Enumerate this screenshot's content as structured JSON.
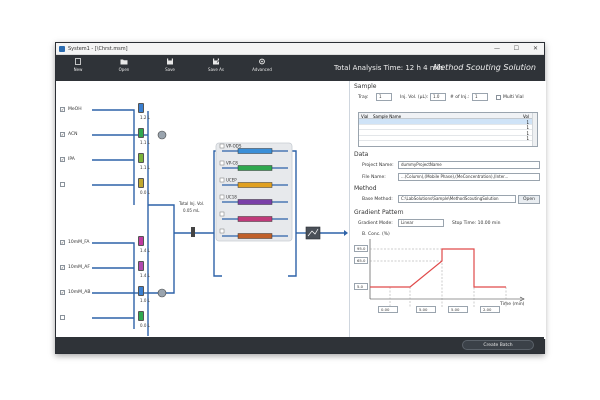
{
  "window": {
    "title": "System1 - [\\Chrst.msm]"
  },
  "toolbar": {
    "buttons": [
      "New",
      "Open",
      "Save",
      "Save As",
      "Advanced"
    ],
    "time_text": "Total Analysis Time: 12 h 4 min",
    "brand": "Method Scouting Solution"
  },
  "solvents": {
    "a": [
      {
        "label": "MeOH",
        "checked": true,
        "volume": "1.2 L"
      },
      {
        "label": "ACN",
        "checked": true,
        "volume": "1.1 L"
      },
      {
        "label": "IPA",
        "checked": true,
        "volume": "1.1 L"
      },
      {
        "label": "",
        "checked": false,
        "volume": "0.0 L"
      }
    ],
    "b": [
      {
        "label": "10mM_FA",
        "checked": true,
        "volume": "1.4 L"
      },
      {
        "label": "10mM_AF",
        "checked": true,
        "volume": "1.4 L"
      },
      {
        "label": "10mM_AB",
        "checked": true,
        "volume": "1.0 L"
      },
      {
        "label": "",
        "checked": false,
        "volume": "0.0 L"
      }
    ]
  },
  "injector": {
    "label": "Total Inj. Vol.",
    "value": "0.05 mL"
  },
  "columns": [
    {
      "label": "VP-ODS",
      "checked": true,
      "color": "#3a8fd8"
    },
    {
      "label": "VP-C8",
      "checked": true,
      "color": "#2fa84f"
    },
    {
      "label": "UCEP",
      "checked": true,
      "color": "#e0a020"
    },
    {
      "label": "UC18",
      "checked": true,
      "color": "#7a3fa8"
    },
    {
      "label": "",
      "checked": false,
      "color": "#c03a7a"
    },
    {
      "label": "",
      "checked": false,
      "color": "#c0602a"
    }
  ],
  "sample": {
    "heading": "Sample",
    "tray_label": "Tray:",
    "tray_value": "1",
    "inj_vol_label": "Inj. Vol. (µL):",
    "inj_vol_value": "1.0",
    "num_inj_label": "# of Inj.:",
    "num_inj_value": "1",
    "multi_vial_label": "Multi Vial",
    "table_headers": [
      "Vial",
      "Sample Name",
      "Vol"
    ],
    "rows": [
      {
        "vial": "",
        "name": "",
        "vol": "1",
        "selected": true
      },
      {
        "vial": "",
        "name": "",
        "vol": "1",
        "selected": false
      },
      {
        "vial": "",
        "name": "",
        "vol": "1",
        "selected": false
      },
      {
        "vial": "",
        "name": "",
        "vol": "1",
        "selected": false
      }
    ]
  },
  "data": {
    "heading": "Data",
    "project_label": "Project Name:",
    "project_value": "dummyProjectName",
    "file_label": "File Name:",
    "file_value": "...(Column),(Mobile Phase),(MeConcentration),(Inter..."
  },
  "method": {
    "heading": "Method",
    "base_label": "Base Method:",
    "base_value": "C:\\LabSolutions\\Sample\\MethodScoutingSolution",
    "open_label": "Open"
  },
  "gradient": {
    "heading": "Gradient Pattern",
    "mode_label": "Gradient Mode:",
    "mode_value": "Linear",
    "stop_label": "Stop Time: 10.00 min",
    "ylabel": "B. Conc. (%)",
    "xlabel": "Time (min)",
    "levels": [
      "95.0",
      "65.0",
      "5.0"
    ],
    "times": [
      "0.00",
      "5.00",
      "5.00",
      "2.00"
    ]
  },
  "status": {
    "create_label": "Create Batch"
  }
}
